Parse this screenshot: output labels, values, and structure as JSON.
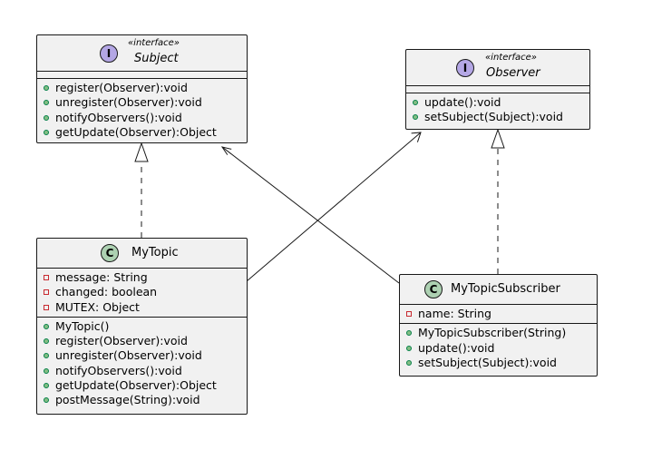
{
  "diagram": {
    "classes": {
      "subject": {
        "kind": "I",
        "stereotype": "«interface»",
        "name": "Subject",
        "fields": [],
        "methods": [
          {
            "vis": "pub",
            "text": "register(Observer):void"
          },
          {
            "vis": "pub",
            "text": "unregister(Observer):void"
          },
          {
            "vis": "pub",
            "text": "notifyObservers():void"
          },
          {
            "vis": "pub",
            "text": "getUpdate(Observer):Object"
          }
        ]
      },
      "observer": {
        "kind": "I",
        "stereotype": "«interface»",
        "name": "Observer",
        "fields": [],
        "methods": [
          {
            "vis": "pub",
            "text": "update():void"
          },
          {
            "vis": "pub",
            "text": "setSubject(Subject):void"
          }
        ]
      },
      "mytopic": {
        "kind": "C",
        "stereotype": "",
        "name": "MyTopic",
        "fields": [
          {
            "vis": "priv",
            "text": "message: String"
          },
          {
            "vis": "priv",
            "text": "changed: boolean"
          },
          {
            "vis": "priv",
            "text": "MUTEX: Object"
          }
        ],
        "methods": [
          {
            "vis": "pub",
            "text": "MyTopic()"
          },
          {
            "vis": "pub",
            "text": "register(Observer):void"
          },
          {
            "vis": "pub",
            "text": "unregister(Observer):void"
          },
          {
            "vis": "pub",
            "text": "notifyObservers():void"
          },
          {
            "vis": "pub",
            "text": "getUpdate(Observer):Object"
          },
          {
            "vis": "pub",
            "text": "postMessage(String):void"
          }
        ]
      },
      "mytopicsubscriber": {
        "kind": "C",
        "stereotype": "",
        "name": "MyTopicSubscriber",
        "fields": [
          {
            "vis": "priv",
            "text": "name: String"
          }
        ],
        "methods": [
          {
            "vis": "pub",
            "text": "MyTopicSubscriber(String)"
          },
          {
            "vis": "pub",
            "text": "update():void"
          },
          {
            "vis": "pub",
            "text": "setSubject(Subject):void"
          }
        ]
      }
    },
    "relations": [
      {
        "from": "mytopic",
        "to": "subject",
        "type": "realization"
      },
      {
        "from": "mytopicsubscriber",
        "to": "observer",
        "type": "realization"
      },
      {
        "from": "mytopic",
        "to": "observer",
        "type": "association"
      },
      {
        "from": "mytopicsubscriber",
        "to": "subject",
        "type": "association"
      }
    ],
    "colors": {
      "interface_badge": "#b4a7e5",
      "class_badge": "#add1b2",
      "box_fill": "#f1f1f1",
      "border": "#181818",
      "public_marker": "#84be84",
      "private_marker": "#c82930"
    }
  }
}
